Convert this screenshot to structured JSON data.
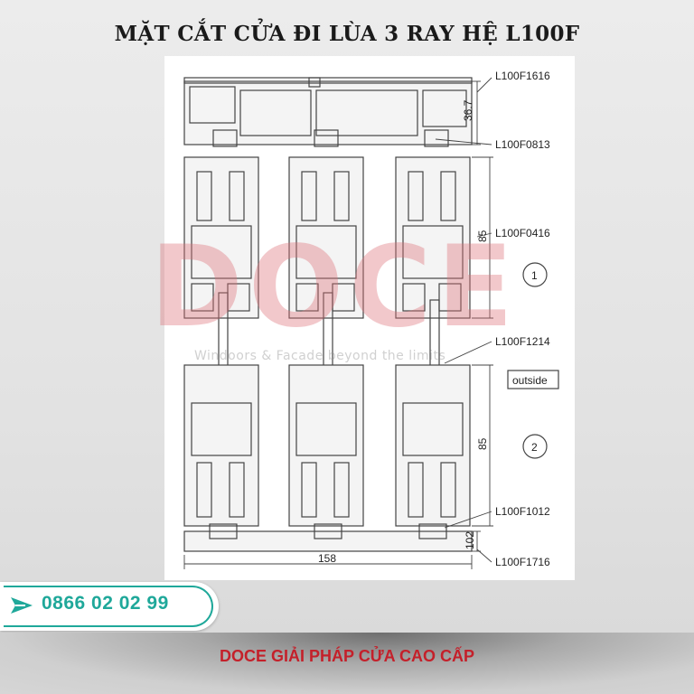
{
  "title": "MẶT CẮT CỬA ĐI LÙA 3 RAY HỆ L100F",
  "drawing": {
    "labels": {
      "f1616": "L100F1616",
      "f0813": "L100F0813",
      "f0416": "L100F0416",
      "f1214": "L100F1214",
      "f1012": "L100F1012",
      "f1716": "L100F1716"
    },
    "dims": {
      "top": "36.7",
      "sash1": "85",
      "sash2": "85",
      "bottom": "102",
      "width": "158"
    },
    "markers": {
      "one": "1",
      "two": "2",
      "outside": "outside"
    }
  },
  "watermark": {
    "brand": "DOCE",
    "tagline": "Windoors & Facade beyond the limits"
  },
  "contact": {
    "phone": "0866 02 02 99"
  },
  "footer": {
    "slogan": "DOCE GIẢI PHÁP CỬA CAO CẤP"
  },
  "colors": {
    "phone_accent": "#1fa89a",
    "slogan": "#c4202a",
    "watermark": "#e8a0a4"
  },
  "icons": {
    "send": "send-arrow-icon"
  }
}
